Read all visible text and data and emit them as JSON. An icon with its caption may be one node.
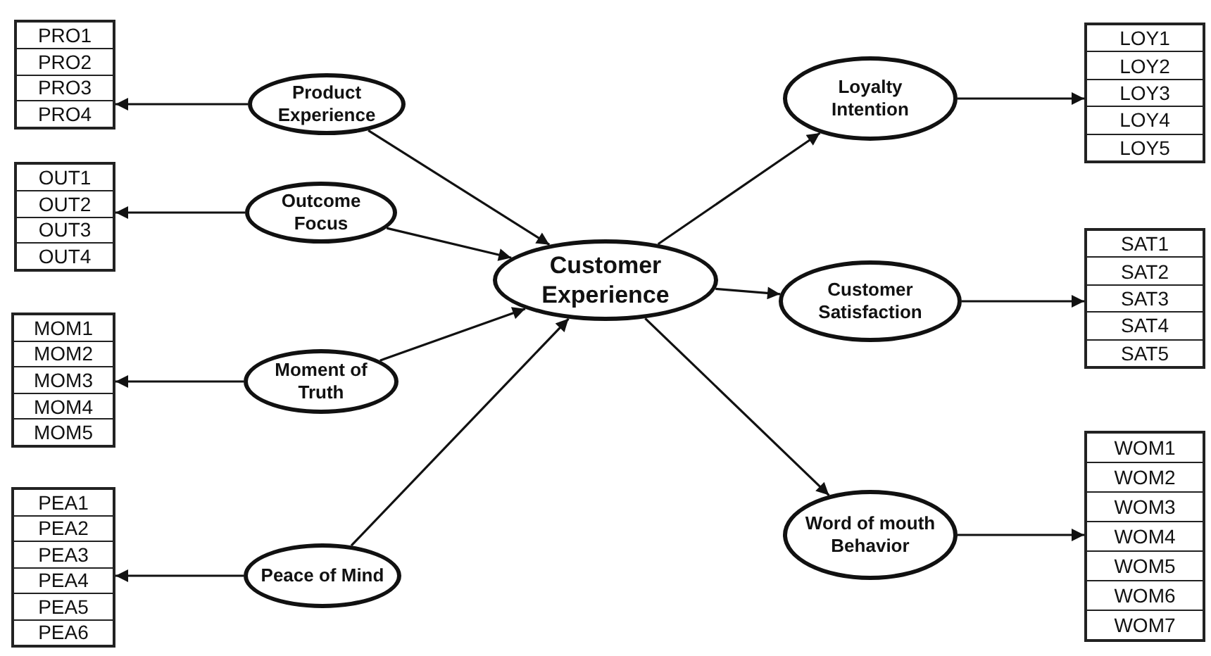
{
  "diagram": {
    "nodes": [
      {
        "text": [
          "PRO1",
          "PRO2",
          "PRO3",
          "PRO4"
        ]
      },
      {
        "text": [
          "Product Experience"
        ]
      },
      {
        "text": [
          "OUT1",
          "OUT2",
          "OUT3",
          "OUT4"
        ]
      },
      {
        "text": [
          "Outcome Focus"
        ]
      },
      {
        "text": [
          "MOM1",
          "MOM2",
          "MOM3",
          "MOM4",
          "MOM5"
        ]
      },
      {
        "text": [
          "Moment of Truth"
        ]
      },
      {
        "text": [
          "PEA1",
          "PEA2",
          "PEA3",
          "PEA4",
          "PEA5",
          "PEA6"
        ]
      },
      {
        "text": [
          "Peace of Mind"
        ]
      },
      {
        "text": [
          "Customer Experience"
        ]
      },
      {
        "text": [
          "Loyalty Intention"
        ]
      },
      {
        "text": [
          "LOY1",
          "LOY2",
          "LOY3",
          "LOY4",
          "LOY5"
        ]
      },
      {
        "text": [
          "Customer Satisfaction"
        ]
      },
      {
        "text": [
          "SAT1",
          "SAT2",
          "SAT3",
          "SAT4",
          "SAT5"
        ]
      },
      {
        "text": [
          "Word of mouth Behavior"
        ]
      },
      {
        "text": [
          "WOM1",
          "WOM2",
          "WOM3",
          "WOM4",
          "WOM5",
          "WOM6",
          "WOM7"
        ]
      }
    ],
    "edges": [
      {
        "from": 1,
        "to": 0,
        "arrow": "to"
      },
      {
        "from": 3,
        "to": 2,
        "arrow": "to"
      },
      {
        "from": 5,
        "to": 4,
        "arrow": "to"
      },
      {
        "from": 7,
        "to": 6,
        "arrow": "to"
      },
      {
        "from": 1,
        "to": 8,
        "arrow": "to"
      },
      {
        "from": 3,
        "to": 8,
        "arrow": "to"
      },
      {
        "from": 5,
        "to": 8,
        "arrow": "to"
      },
      {
        "from": 7,
        "to": 8,
        "arrow": "to"
      },
      {
        "from": 8,
        "to": 9,
        "arrow": "to"
      },
      {
        "from": 8,
        "to": 11,
        "arrow": "to"
      },
      {
        "from": 8,
        "to": 13,
        "arrow": "to"
      },
      {
        "from": 9,
        "to": 10,
        "arrow": "to"
      },
      {
        "from": 11,
        "to": 12,
        "arrow": "to"
      },
      {
        "from": 13,
        "to": 14,
        "arrow": "to"
      }
    ]
  }
}
